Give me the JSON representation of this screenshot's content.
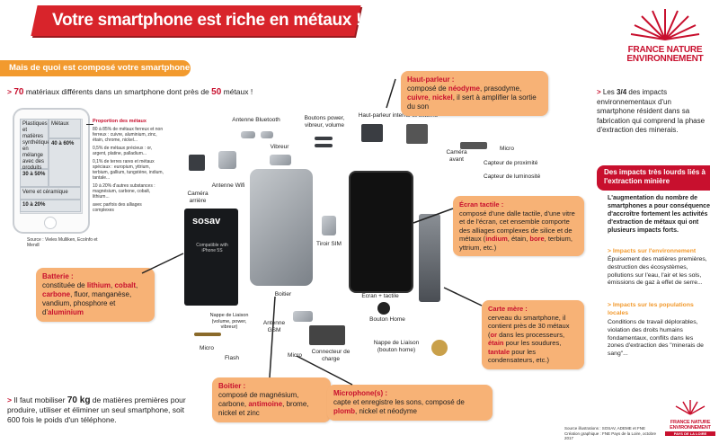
{
  "title": "Votre smartphone est riche en métaux !",
  "subtitle": "Mais de quoi est composé votre smartphone ?",
  "intro": {
    "prefix": "> ",
    "bold1": "70",
    "text1": " matériaux différents dans un smartphone dont près de ",
    "bold2": "50",
    "text2": " métaux !"
  },
  "composition": {
    "cells": [
      {
        "left": "Plastiques et matières synthétiques en mélange avec des produits chimiques",
        "right": "Métaux"
      },
      {
        "left": "30 à 50%",
        "right": "40 à 60%"
      },
      {
        "left": "Verre et céramique",
        "right": ""
      },
      {
        "left": "10 à 20%",
        "right": ""
      }
    ],
    "metals_title": "Proportion des métaux",
    "metals_notes": [
      "80 à 85% de métaux ferreux et non ferreux : cuivre, aluminium, zinc, étain, chrome, nickel...",
      "0,5% de métaux précieux : or, argent, platine, palladium...",
      "0,1% de terres rares et métaux spéciaux : europium, yttrium, terbium, gallium, tungstène, indium, tantale...",
      "10 à 20% d'autres substances : magnésium, carbone, cobalt, lithium...",
      "avec parfois des alliages complexes"
    ],
    "source": "Source : Vieles Mulliken, EcoInfo et Mendl"
  },
  "labels": {
    "bluetooth": "Antenne Bluetooth",
    "boutons": "Boutons power, vibreur, volume",
    "hp_int": "Haut-parleur interne et externe",
    "vibreur": "Vibreur",
    "camera_arriere": "Caméra arrière",
    "wifi": "Antenne Wifi",
    "camera_avant": "Caméra avant",
    "micro_top": "Micro",
    "proximite": "Capteur de proximité",
    "luminosite": "Capteur de luminosité",
    "tiroir": "Tiroir SIM",
    "boitier_label": "Boitier",
    "ecran_label": "Ecran + tactile",
    "nappe1": "Nappe de Liaison (volume, power, vibreur)",
    "antenne_gsm": "Antenne GSM",
    "micro_bottom": "Micro",
    "flash": "Flash",
    "micro_mid": "Micro",
    "connecteur": "Connecteur de charge",
    "bouton_home": "Bouton Home",
    "nappe2": "Nappe de Liaison (bouton home)",
    "battery_brand": "sosav",
    "battery_small": "Compatible with iPhone 5S"
  },
  "callouts": {
    "hautparleur": {
      "head": "Haut-parleur :",
      "t1": "composé de ",
      "b1": "néodyme",
      "t2": ", prasodyme, ",
      "b2": "cuivre",
      "t3": ", ",
      "b3": "nickel",
      "t4": ", il sert à amplifier la sortie du son"
    },
    "ecran": {
      "head": "Écran tactile :",
      "t1": "composé d'une dalle tactile, d'une vitre et de l'écran, cet ensemble comporte des alliages complexes de silice et de métaux (",
      "b1": "indium",
      "t2": ", étain, ",
      "b2": "bore",
      "t3": ", terbium, yttrium, etc.)"
    },
    "batterie": {
      "head": "Batterie :",
      "t1": "constituée de ",
      "b1": "lithium",
      "t2": ", ",
      "b2": "cobalt",
      "t3": ", ",
      "b3": "carbone",
      "t4": ", fluor, manganèse, vandium, phosphore et d'",
      "b4": "aluminium"
    },
    "cartemere": {
      "head": "Carte mère :",
      "t1": "cerveau du smartphone, il contient près de 30 métaux (",
      "b1": "or",
      "t2": " dans les processeurs, ",
      "b2": "étain",
      "t3": " pour les soudures, ",
      "b3": "tantale",
      "t4": " pour les condensateurs, etc.)"
    },
    "boitier": {
      "head": "Boitier :",
      "t1": "composé de magnésium, carbone, ",
      "b1": "antimoine",
      "t2": ", brome, nickel et zinc"
    },
    "micro": {
      "head": "Microphone(s) :",
      "t1": "capte et enregistre les sons, composé de ",
      "b1": "plomb",
      "t2": ", nickel et néodyme"
    }
  },
  "bottom_note": {
    "prefix": "> ",
    "t1": "Il faut mobiliser ",
    "b1": "70 kg",
    "t2": " de matières premières pour produire, utiliser et éliminer un seul smartphone, soit 600 fois le poids d'un téléphone."
  },
  "right": {
    "fact_prefix": "> ",
    "fact_t1": "Les ",
    "fact_b1": "3/4",
    "fact_t2": " des impacts environnementaux d'un smartphone résident dans sa fabrication qui comprend la phase d'extraction des minerais.",
    "banner": "Des impacts très lourds liés à l'extraction minière",
    "intro": "L'augmentation du nombre de smartphones a pour conséquence d'accroître fortement les activités d'extraction de métaux qui ont plusieurs impacts forts.",
    "env_head": "> Impacts sur l'environnement",
    "env_text": "Épuisement des matières premières, destruction des écosystèmes, pollutions sur l'eau, l'air et les sols, émissions de gaz à effet de serre...",
    "pop_head": "> Impacts sur les populations locales",
    "pop_text": "Conditions de travail déplorables, violation des droits humains fondamentaux, conflits dans les zones d'extraction des \"minerais de sang\"..."
  },
  "logo": {
    "line1": "FRANCE NATURE",
    "line2": "ENVIRONNEMENT",
    "sub": "PAYS DE LA LOIRE"
  },
  "credits": {
    "l1": "Source illustrations : SOSAV, ADEME et FNE",
    "l2": "Création graphique : FNE Pays de la Loire, octobre 2017"
  },
  "colors": {
    "red": "#c8102e",
    "orange": "#f29a2e",
    "callout": "#f7b276"
  }
}
